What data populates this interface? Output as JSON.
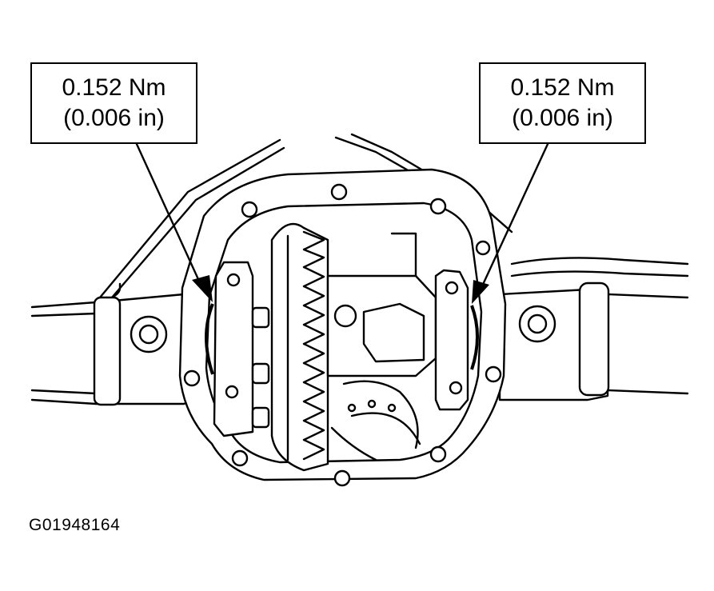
{
  "callouts": {
    "left": {
      "line1": "0.152 Nm",
      "line2": "(0.006 in)"
    },
    "right": {
      "line1": "0.152 Nm",
      "line2": "(0.006 in)"
    }
  },
  "figure_code": "G01948164"
}
